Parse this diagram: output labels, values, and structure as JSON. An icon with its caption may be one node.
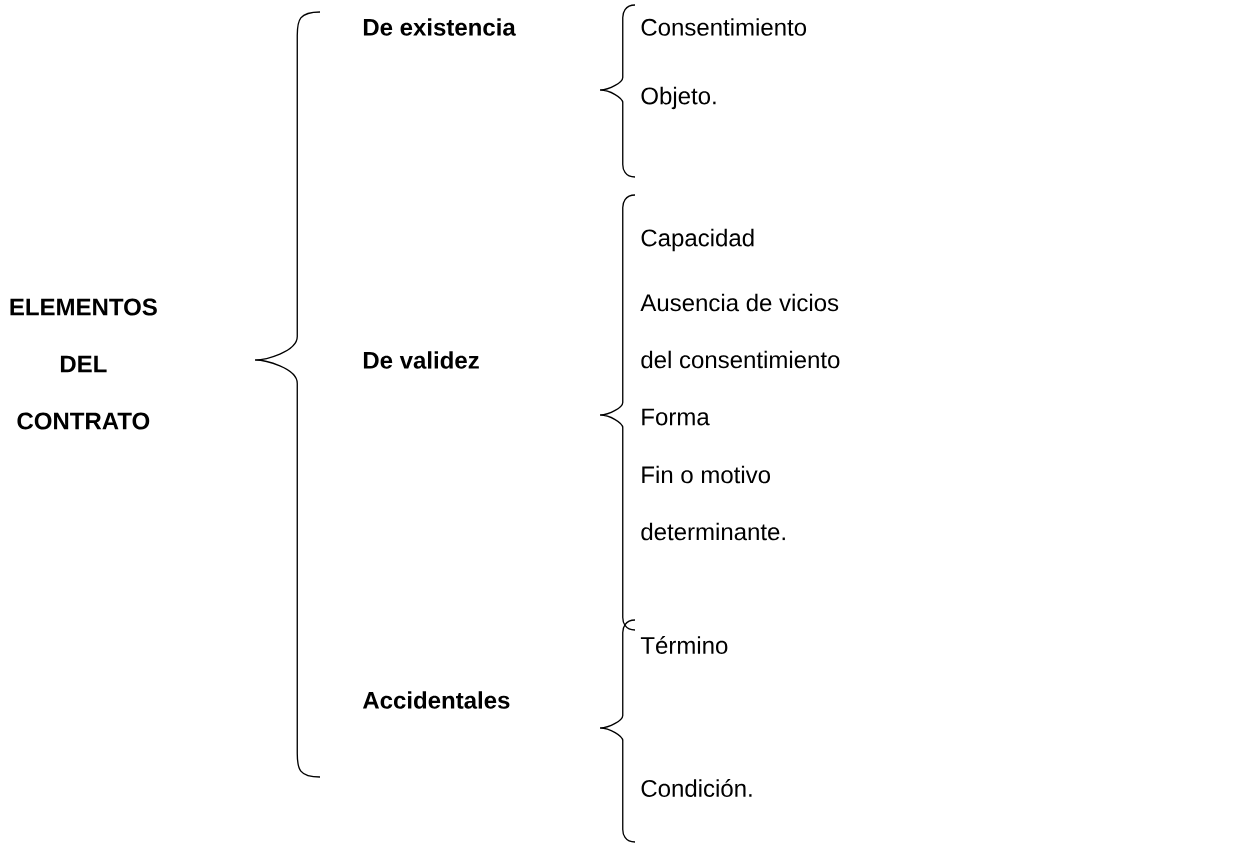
{
  "diagram": {
    "labels": [
      "ELEMENTOS DEL CONTRATO",
      "De existencia",
      "Consentimiento",
      "Objeto.",
      "De validez",
      "Capacidad",
      "Ausencia de vicios del consentimiento",
      "Forma",
      "Fin o motivo determinante.",
      "Accidentales",
      "Término",
      "Condición."
    ]
  }
}
